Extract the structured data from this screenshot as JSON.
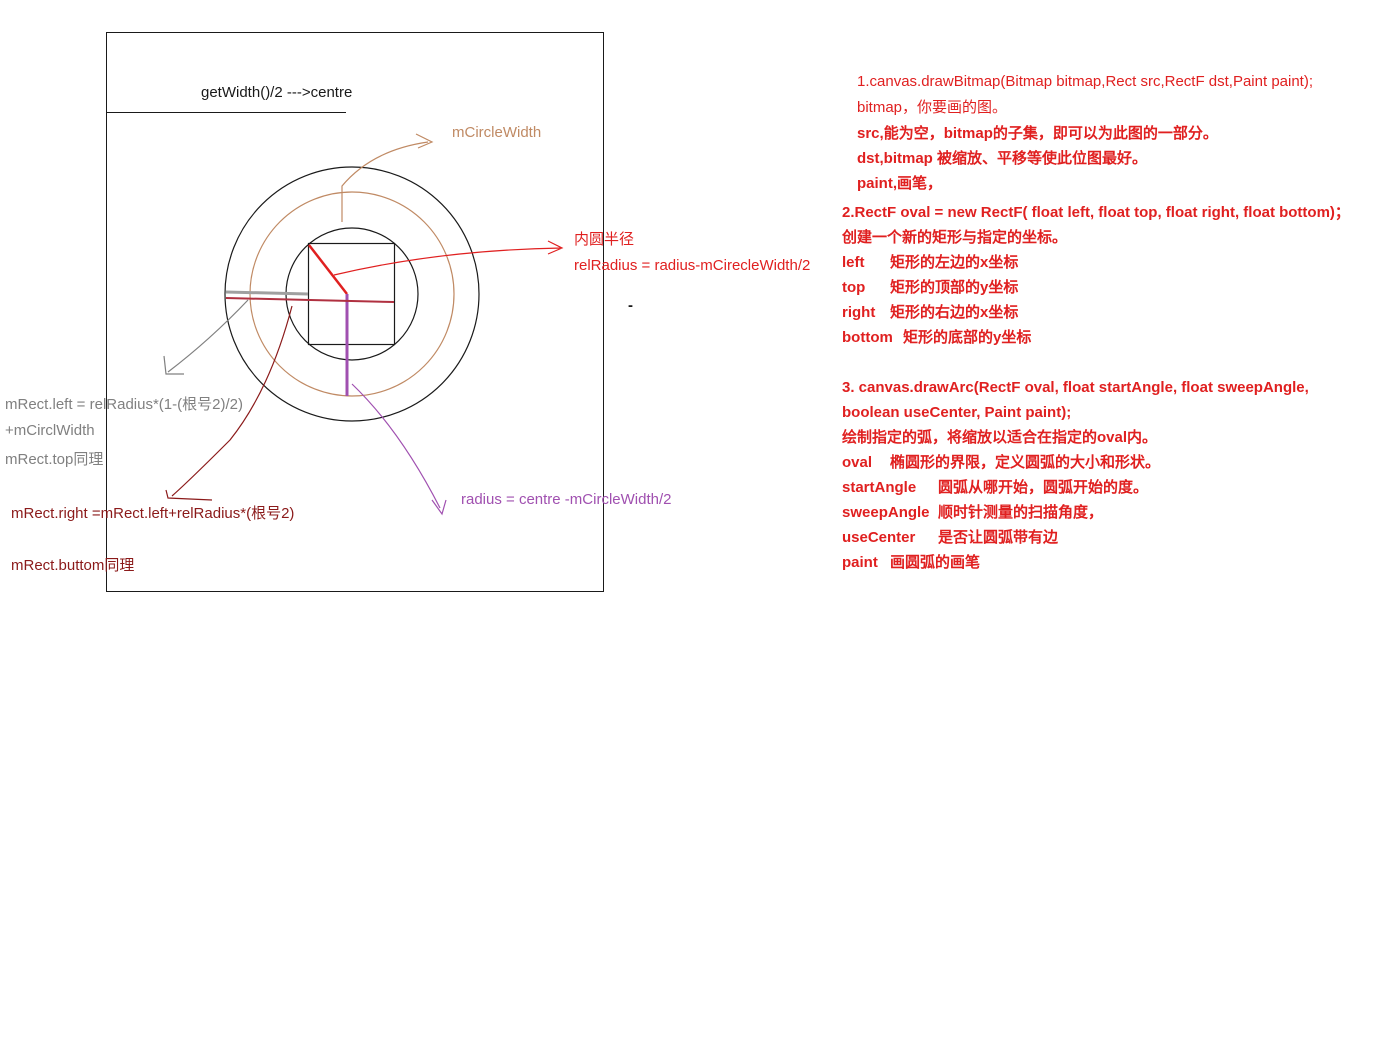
{
  "diagram": {
    "top_label": "getWidth()/2 --->centre",
    "ring_width_label": "mCircleWidth",
    "inner_radius_label": "内圆半径",
    "rel_radius_formula": "relRadius = radius-mCirecleWidth/2",
    "dash_mark": "-",
    "mrect_left_line1": "mRect.left = relRadius*(1-(根号2)/2)",
    "mrect_left_line2": "+mCirclWidth",
    "mrect_top": "mRect.top同理",
    "mrect_right": "mRect.right =mRect.left+relRadius*(根号2)",
    "mrect_bottom": "mRect.buttom同理",
    "radius_formula": "radius = centre -mCircleWidth/2"
  },
  "notes": {
    "drawbitmap": {
      "signature": "1.canvas.drawBitmap(Bitmap bitmap,Rect src,RectF dst,Paint paint);",
      "bitmap": "bitmap，你要画的图。",
      "src": "src,能为空，bitmap的子集，即可以为此图的一部分。",
      "dst": "dst,bitmap 被缩放、平移等使此位图最好。",
      "paint": "paint,画笔，"
    },
    "rectf": {
      "signature": "2.RectF oval = new RectF( float left, float top, float right, float bottom)；",
      "desc": "创建一个新的矩形与指定的坐标。",
      "left_key": "left",
      "left_val": "矩形的左边的x坐标",
      "top_key": "top",
      "top_val": "矩形的顶部的y坐标",
      "right_key": "right",
      "right_val": "矩形的右边的x坐标",
      "bottom_key": "bottom",
      "bottom_val": "矩形的底部的y坐标"
    },
    "drawarc": {
      "signature1": "3. canvas.drawArc(RectF oval, float startAngle, float sweepAngle,",
      "signature2": "boolean useCenter, Paint paint);",
      "desc": "绘制指定的弧，将缩放以适合在指定的oval内。",
      "oval_key": "oval",
      "oval_val": "椭圆形的界限，定义圆弧的大小和形状。",
      "start_key": "startAngle",
      "start_val": "圆弧从哪开始，圆弧开始的度。",
      "sweep_key": "sweepAngle",
      "sweep_val": "顺时针测量的扫描角度，",
      "center_key": "useCenter",
      "center_val": "是否让圆弧带有边",
      "paint_key": "paint",
      "paint_val": "画圆弧的画笔"
    }
  },
  "colors": {
    "ink": "#1a1a1a",
    "ring_brown": "#c08a64",
    "note_red": "#e02020",
    "grey": "#808080",
    "dark_red": "#8b1a1a",
    "purple": "#a050b0"
  }
}
